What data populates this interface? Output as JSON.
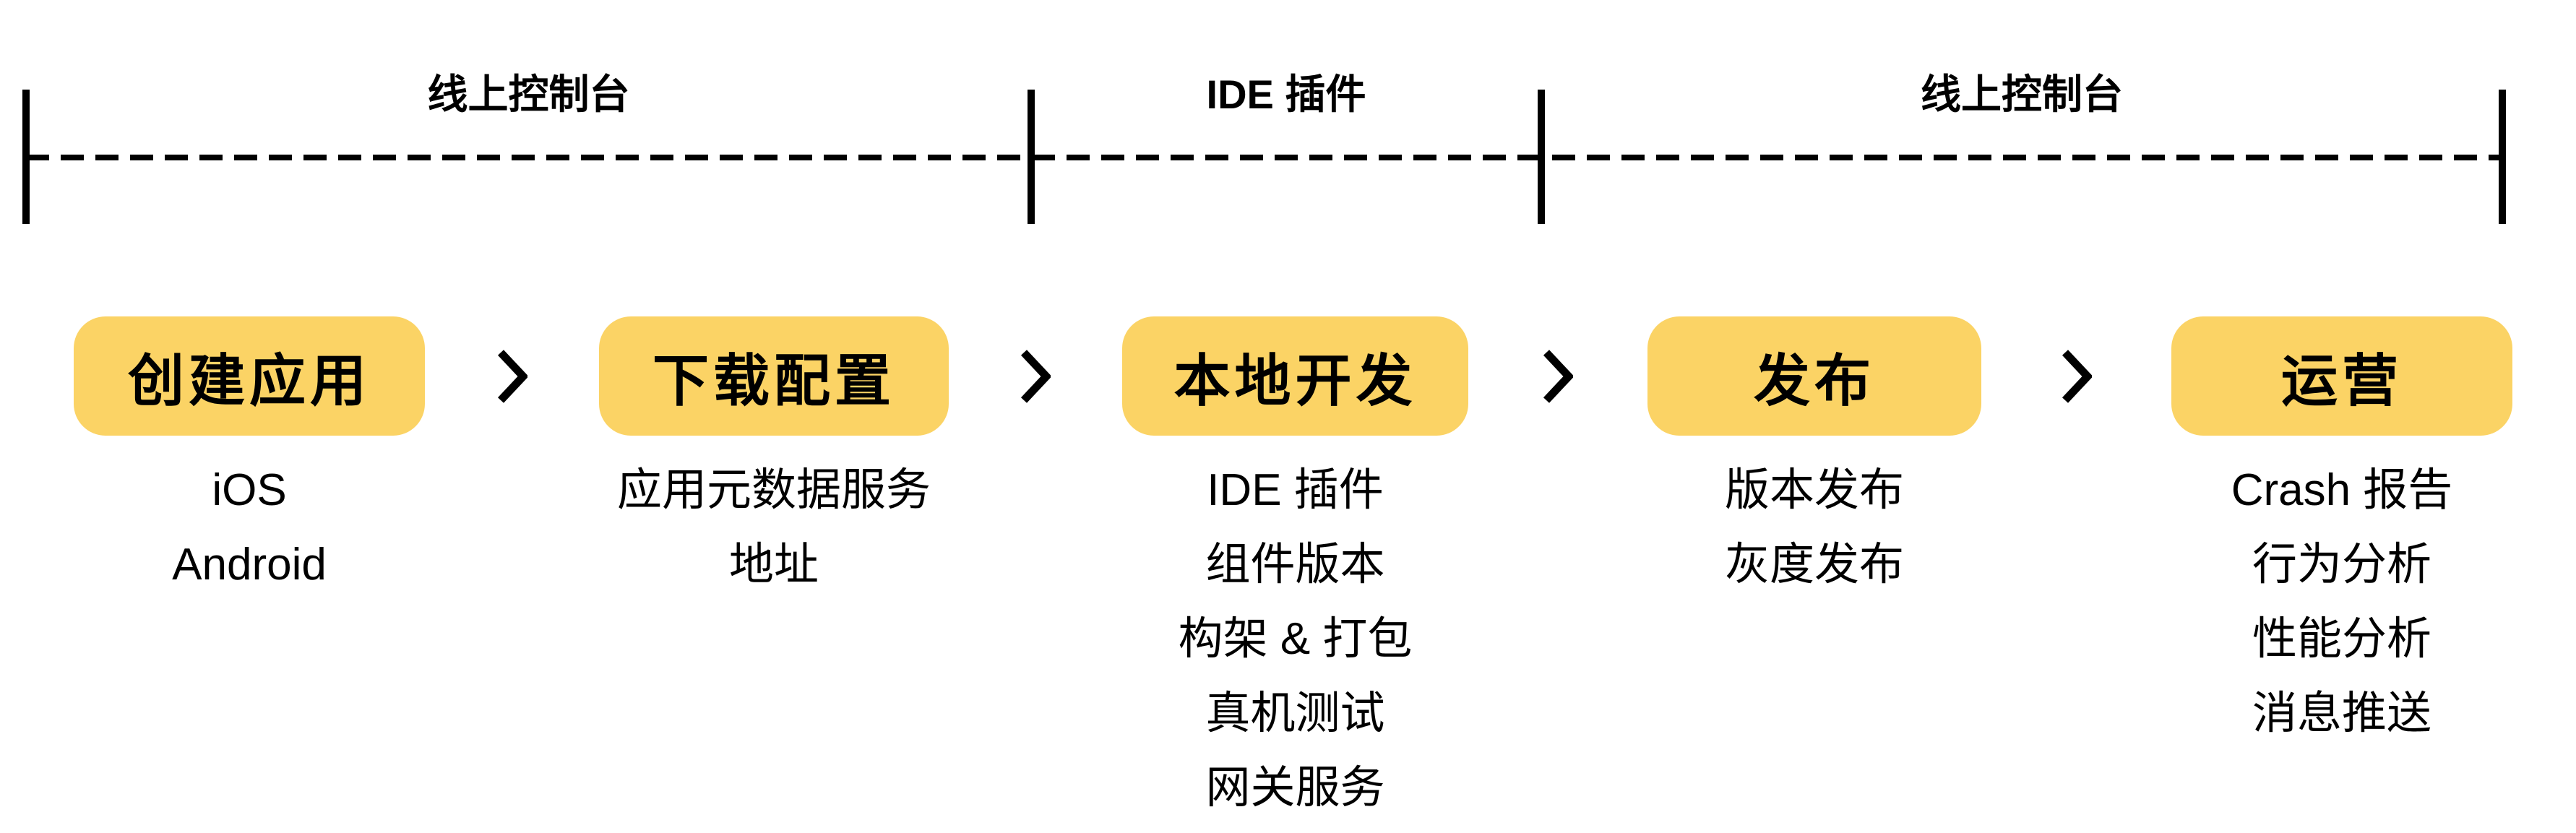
{
  "colors": {
    "box_fill": "#FBD365",
    "line": "#000000",
    "text": "#000000",
    "background": "#FFFFFF"
  },
  "icons": {
    "connector": "chevron-right"
  },
  "timeline": {
    "sections": [
      {
        "label": "线上控制台"
      },
      {
        "label": "IDE 插件"
      },
      {
        "label": "线上控制台"
      }
    ]
  },
  "flow": {
    "connector_symbol": ">",
    "steps": [
      {
        "label": "创建应用",
        "items": [
          "iOS",
          "Android"
        ]
      },
      {
        "label": "下载配置",
        "items": [
          "应用元数据服务",
          "地址"
        ]
      },
      {
        "label": "本地开发",
        "items": [
          "IDE 插件",
          "组件版本",
          "构架 & 打包",
          "真机测试",
          "网关服务"
        ]
      },
      {
        "label": "发布",
        "items": [
          "版本发布",
          "灰度发布"
        ]
      },
      {
        "label": "运营",
        "items": [
          "Crash 报告",
          "行为分析",
          "性能分析",
          "消息推送"
        ]
      }
    ]
  }
}
